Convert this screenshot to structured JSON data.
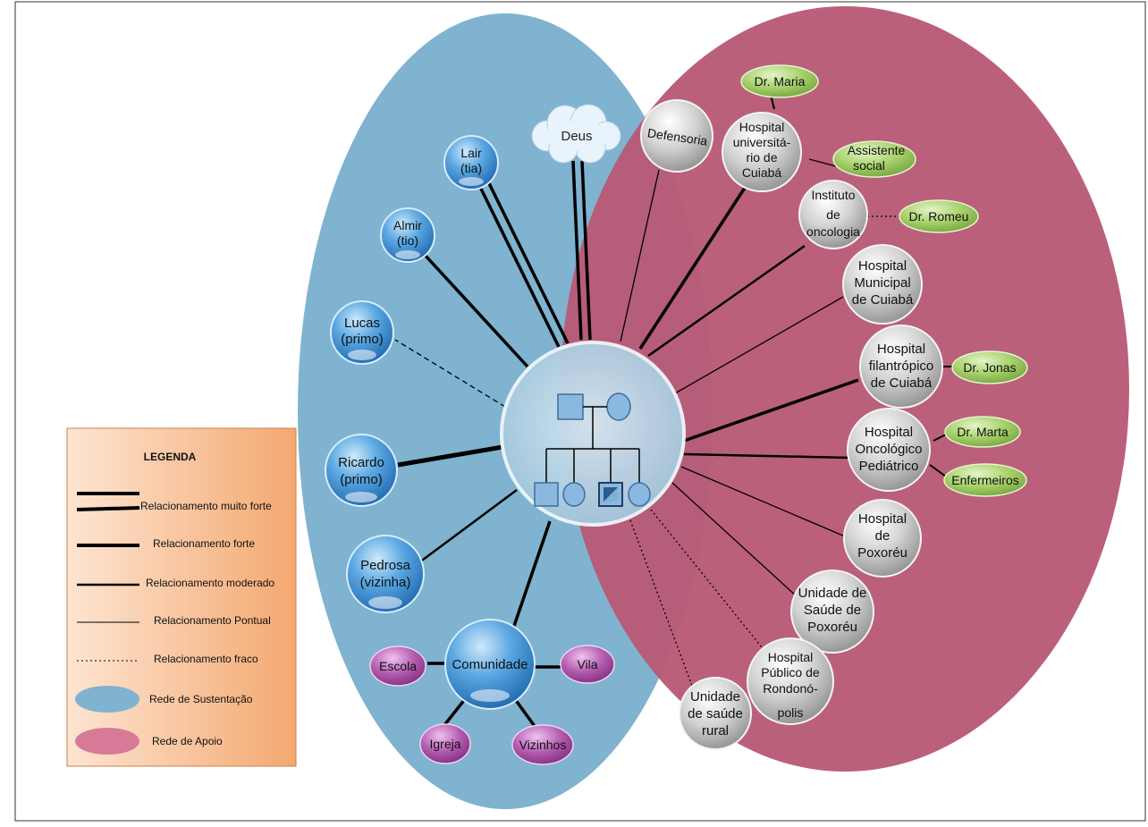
{
  "legend": {
    "title": "LEGENDA",
    "very_strong": "Relacionamento muito forte",
    "strong": "Relacionamento forte",
    "moderate": "Relacionamento moderado",
    "punctual": "Relacionamento Pontual",
    "weak": "Relacionamento fraco",
    "support_network": "Rede de Sustentação",
    "help_network": "Rede de Apoio"
  },
  "colors": {
    "support_network": "#7fb3cf",
    "help_network": "#b85a76",
    "blue_node": "#4a97d6",
    "gray_node": "#c7c7c7",
    "green_node": "#9cc95e",
    "purple_node": "#a64fa3",
    "legend_bg": "#f6b98a"
  },
  "nodes": {
    "deus": "Deus",
    "lair": [
      "Lair",
      "(tia)"
    ],
    "almir": [
      "Almir",
      "(tio)"
    ],
    "lucas": [
      "Lucas",
      "(primo)"
    ],
    "ricardo": [
      "Ricardo",
      "(primo)"
    ],
    "pedrosa": [
      "Pedrosa",
      "(vizinha)"
    ],
    "comunidade": "Comunidade",
    "escola": "Escola",
    "vila": "Vila",
    "igreja": "Igreja",
    "vizinhos": "Vizinhos",
    "defensoria": "Defensoria",
    "hosp_univ": [
      "Hospital",
      "universitá-",
      "rio de",
      "Cuiabá"
    ],
    "dr_maria": "Dr. Maria",
    "assistente": [
      "Assistente",
      "social"
    ],
    "instituto": [
      "Instituto",
      "de",
      "oncologia"
    ],
    "dr_romeu": "Dr. Romeu",
    "hosp_mun": [
      "Hospital",
      "Municipal",
      "de Cuiabá"
    ],
    "hosp_filan": [
      "Hospital",
      "filantrópico",
      "de Cuiabá"
    ],
    "dr_jonas": "Dr. Jonas",
    "hosp_onco": [
      "Hospital",
      "Oncológico",
      "Pediátrico"
    ],
    "dr_marta": "Dr. Marta",
    "enfermeiros": "Enfermeiros",
    "hosp_pox": [
      "Hospital",
      "de",
      "Poxoréu"
    ],
    "usp": [
      "Unidade de",
      "Saúde de",
      "Poxoréu"
    ],
    "hosp_rond": [
      "Hospital",
      "Público de",
      "Rondonó-",
      "polis"
    ],
    "usr": [
      "Unidade",
      "de saúde",
      "rural"
    ]
  }
}
